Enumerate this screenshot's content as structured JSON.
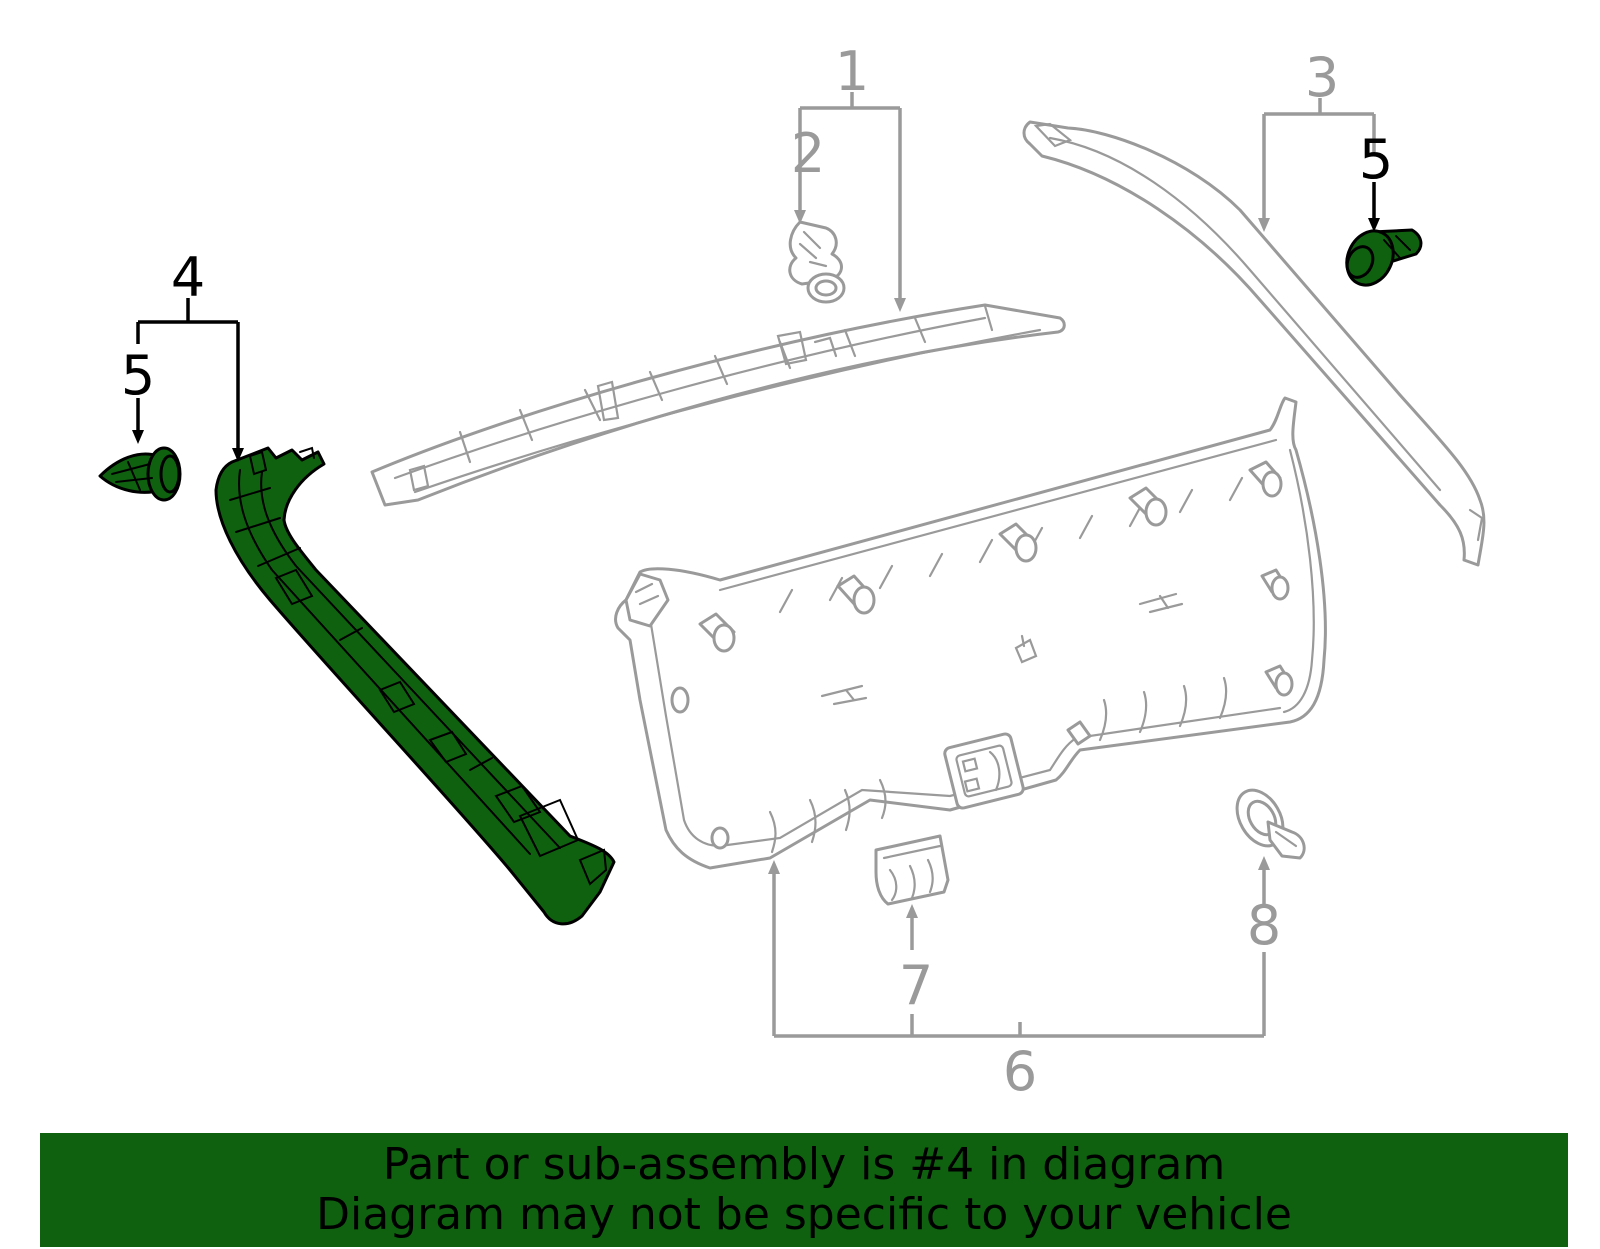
{
  "diagram": {
    "callouts": [
      {
        "id": "1",
        "label": "1"
      },
      {
        "id": "2",
        "label": "2"
      },
      {
        "id": "3",
        "label": "3"
      },
      {
        "id": "4",
        "label": "4"
      },
      {
        "id": "5a",
        "label": "5"
      },
      {
        "id": "5b",
        "label": "5"
      },
      {
        "id": "6",
        "label": "6"
      },
      {
        "id": "7",
        "label": "7"
      },
      {
        "id": "8",
        "label": "8"
      }
    ],
    "highlight_part": "4",
    "colors": {
      "highlight_fill": "#0f6110",
      "line_gray": "#9a9a9a",
      "line_black": "#000000"
    }
  },
  "banner": {
    "line1": "Part or sub-assembly is #4 in diagram",
    "line2": "Diagram may not be specific to your vehicle"
  }
}
